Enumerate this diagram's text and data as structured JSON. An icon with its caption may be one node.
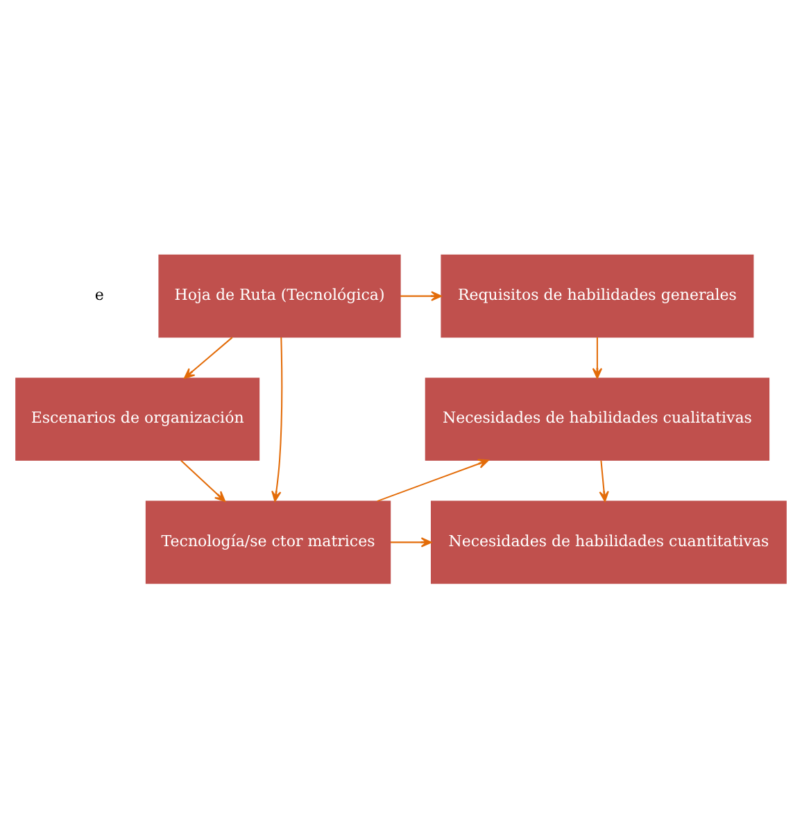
{
  "diagram": {
    "nodes": [
      {
        "text": [
          "Hoja de Ruta (Tecnológica)"
        ]
      },
      {
        "text": [
          "Requisitos de habilidades generales"
        ]
      },
      {
        "text": [
          "Escenarios de organización"
        ]
      },
      {
        "text": [
          "Necesidades de habilidades cualitativas"
        ]
      },
      {
        "text": [
          "Tecnología/se ctor matrices"
        ]
      },
      {
        "text": [
          "Necesidades de habilidades cuantitativas"
        ]
      }
    ],
    "edges": [
      {
        "from": 0,
        "to": 1,
        "arrow": "to"
      },
      {
        "from": 0,
        "to": 2,
        "arrow": "to"
      },
      {
        "from": 0,
        "to": 4,
        "arrow": "to"
      },
      {
        "from": 1,
        "to": 3,
        "arrow": "to"
      },
      {
        "from": 2,
        "to": 4,
        "arrow": "to"
      },
      {
        "from": 4,
        "to": 3,
        "arrow": "to"
      },
      {
        "from": 4,
        "to": 5,
        "arrow": "to"
      },
      {
        "from": 3,
        "to": 5,
        "arrow": "to"
      }
    ],
    "labels": [
      "e"
    ]
  }
}
